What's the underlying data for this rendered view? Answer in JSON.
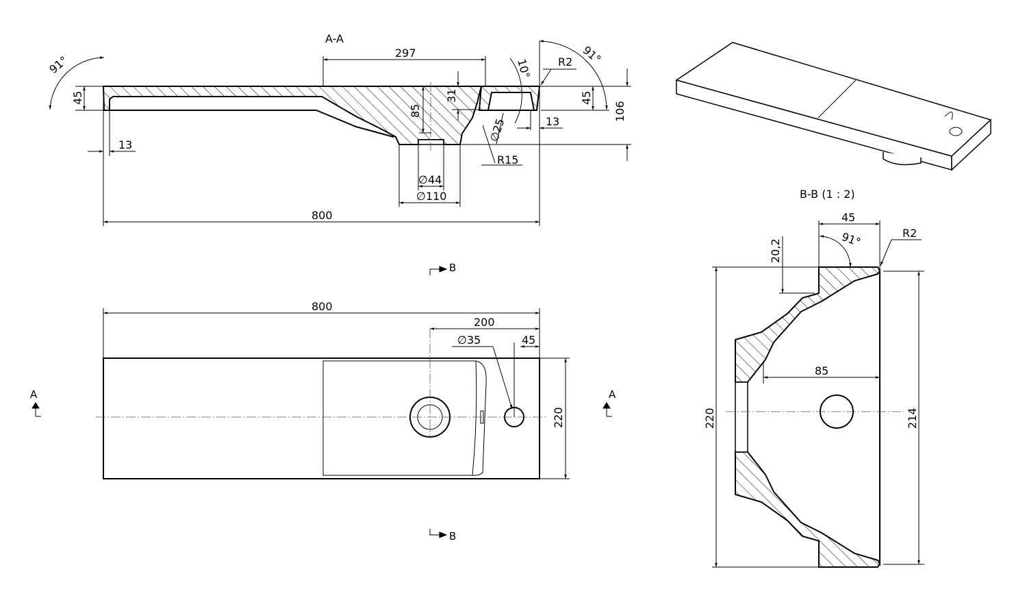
{
  "section_aa": {
    "title": "A-A",
    "dims": {
      "d297": "297",
      "d800": "800",
      "d85": "85",
      "d31": "31",
      "d45_left": "45",
      "d45_right": "45",
      "d106": "106",
      "d13_left": "13",
      "d13_right": "13",
      "d44": "∅44",
      "d110": "∅110",
      "d25": "∅25",
      "r15": "R15",
      "r2": "R2",
      "a10": "10°",
      "a91_left": "91°",
      "a91_right": "91°"
    }
  },
  "plan_view": {
    "dims": {
      "d800": "800",
      "d200": "200",
      "d35": "∅35",
      "d45": "45",
      "d220": "220"
    },
    "section_marks": {
      "a_left": "A",
      "a_right": "A",
      "b_top": "B",
      "b_bottom": "B"
    }
  },
  "section_bb": {
    "title": "B-B  (1 : 2)",
    "dims": {
      "d45": "45",
      "d20_2": "20,2",
      "a91": "91°",
      "r2": "R2",
      "d85": "85",
      "d220": "220",
      "d214": "214"
    }
  }
}
